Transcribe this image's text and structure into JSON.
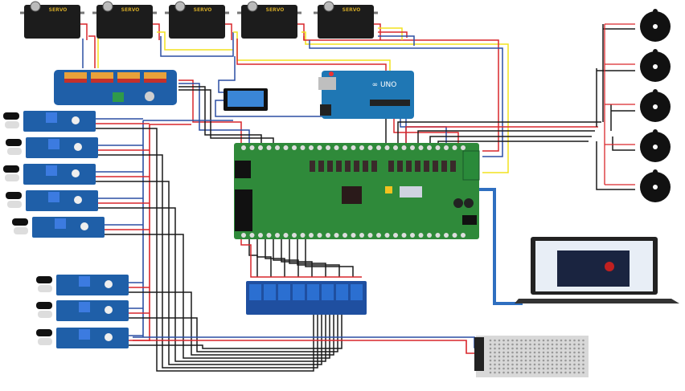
{
  "diagram": {
    "title": "Wiring diagram: controller board with servos, IR sensors, relays, buzzers, PC and power supply",
    "wire_colors": {
      "signal": "#1a1a1a",
      "power": "#d9262b",
      "ground": "#2b4fa3",
      "pwm": "#f2e21f",
      "usb": "#2f6fc0"
    },
    "component_colors": {
      "servo_body": "#1c1c1c",
      "servo_label": "#c9a227",
      "module_pcb": "#1f5fa8",
      "main_pcb": "#2f8a3a",
      "relay_block": "#2b6fd1",
      "power_supply": "#d8d8d8",
      "laptop_frame": "#222222"
    },
    "servos": [
      {
        "label": "SERVO"
      },
      {
        "label": "SERVO"
      },
      {
        "label": "SERVO"
      },
      {
        "label": "SERVO"
      },
      {
        "label": "SERVO"
      }
    ],
    "servo_driver": {
      "name": "PWM servo driver board"
    },
    "relay_module_single": {
      "name": "1-channel relay module"
    },
    "arduino": {
      "name": "Arduino",
      "logo_text": "UNO"
    },
    "main_board": {
      "name": "Controller board"
    },
    "ir_sensors": [
      {
        "name": "IR sensor 1"
      },
      {
        "name": "IR sensor 2"
      },
      {
        "name": "IR sensor 3"
      },
      {
        "name": "IR sensor 4"
      },
      {
        "name": "IR sensor 5"
      },
      {
        "name": "IR sensor 6"
      },
      {
        "name": "IR sensor 7"
      },
      {
        "name": "IR sensor 8"
      }
    ],
    "relay_module_8ch": {
      "name": "8-channel relay module",
      "channels": 8
    },
    "buzzers": [
      {
        "name": "Buzzer 1"
      },
      {
        "name": "Buzzer 2"
      },
      {
        "name": "Buzzer 3"
      },
      {
        "name": "Buzzer 4"
      },
      {
        "name": "Buzzer 5"
      }
    ],
    "laptop": {
      "name": "Laptop running HMI software"
    },
    "power_supply": {
      "name": "Switching power supply"
    }
  }
}
